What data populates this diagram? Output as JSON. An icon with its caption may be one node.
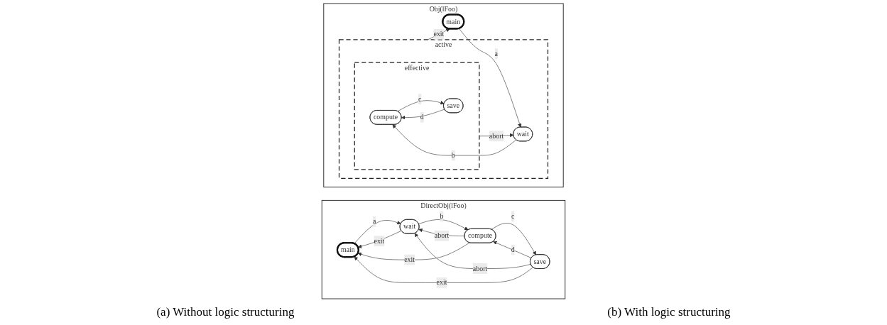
{
  "diagram": {
    "nodes": [
      {
        "text": [
          "DirectObj(lFoo)"
        ]
      },
      {
        "text": [
          "main"
        ],
        "in": 0
      },
      {
        "text": [
          "wait"
        ],
        "in": 0
      },
      {
        "text": [
          "compute"
        ],
        "in": 0
      },
      {
        "text": [
          "save"
        ],
        "in": 0
      },
      {
        "text": [
          "Obj(lFoo)"
        ]
      },
      {
        "text": [
          "main"
        ],
        "in": 5
      },
      {
        "text": [
          "active"
        ],
        "in": 5
      },
      {
        "text": [
          "wait"
        ],
        "in": 7
      },
      {
        "text": [
          "effective"
        ],
        "in": 7
      },
      {
        "text": [
          "compute"
        ],
        "in": 9
      },
      {
        "text": [
          "save"
        ],
        "in": 9
      }
    ],
    "edges": [
      {
        "from": 1,
        "to": 2,
        "arrow": "to",
        "label": "a"
      },
      {
        "from": 2,
        "to": 3,
        "arrow": "to",
        "label": "b"
      },
      {
        "from": 3,
        "to": 2,
        "arrow": "to",
        "label": "abort"
      },
      {
        "from": 3,
        "to": 4,
        "arrow": "to",
        "label": "c"
      },
      {
        "from": 4,
        "to": 3,
        "arrow": "to",
        "label": "d"
      },
      {
        "from": 2,
        "to": 1,
        "arrow": "to",
        "label": "exit"
      },
      {
        "from": 4,
        "to": 2,
        "arrow": "to",
        "label": "abort"
      },
      {
        "from": 4,
        "to": 1,
        "arrow": "to",
        "label": "exit"
      },
      {
        "from": 3,
        "to": 1,
        "arrow": "to",
        "label": "exit"
      },
      {
        "from": 6,
        "to": 8,
        "arrow": "to",
        "label": "a"
      },
      {
        "from": 8,
        "to": 10,
        "arrow": "to",
        "label": "b"
      },
      {
        "from": 10,
        "to": 11,
        "arrow": "to",
        "label": "c"
      },
      {
        "from": 11,
        "to": 10,
        "arrow": "to",
        "label": "d"
      },
      {
        "from": 9,
        "to": 8,
        "arrow": "to",
        "label": "abort"
      },
      {
        "from": 7,
        "to": 6,
        "arrow": "to",
        "label": "exit"
      }
    ],
    "labels": [
      "(a) Without logic structuring",
      "(b) With logic structuring"
    ]
  }
}
